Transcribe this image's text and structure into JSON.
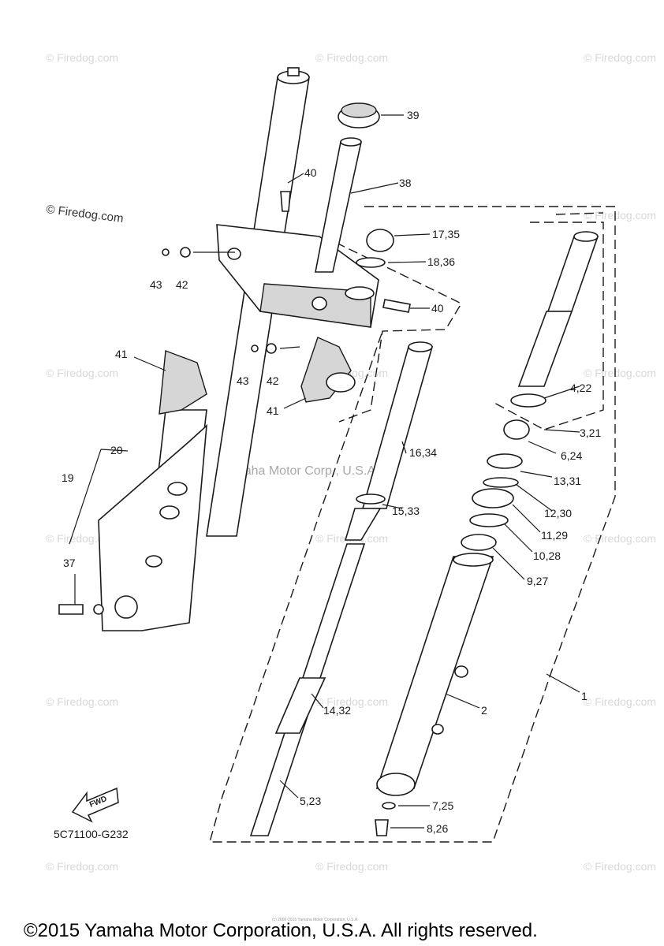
{
  "diagram_code": "5C71100-G232",
  "fwd_label": "FWD",
  "center_watermark": "Yamaha Motor Corp., U.S.A.",
  "copyright": "©2015 Yamaha Motor Corporation, U.S.A. All rights reserved.",
  "fine_print": "(c) 2000-2015 Yamaha Motor Corporation, U.S.A.",
  "watermarks": {
    "repeat": "© Firedog.com",
    "dark": "© Firedog.com"
  },
  "callouts": {
    "p1": "1",
    "p2": "2",
    "p3_21": "3,21",
    "p4_22": "4,22",
    "p5_23": "5,23",
    "p6_24": "6,24",
    "p7_25": "7,25",
    "p8_26": "8,26",
    "p9_27": "9,27",
    "p10_28": "10,28",
    "p11_29": "11,29",
    "p12_30": "12,30",
    "p13_31": "13,31",
    "p14_32": "14,32",
    "p15_33": "15,33",
    "p16_34": "16,34",
    "p17_35": "17,35",
    "p18_36": "18,36",
    "p19": "19",
    "p20": "20",
    "p37": "37",
    "p38": "38",
    "p39": "39",
    "p40a": "40",
    "p40b": "40",
    "p41a": "41",
    "p41b": "41",
    "p42a": "42",
    "p42b": "42",
    "p43a": "43",
    "p43b": "43"
  }
}
